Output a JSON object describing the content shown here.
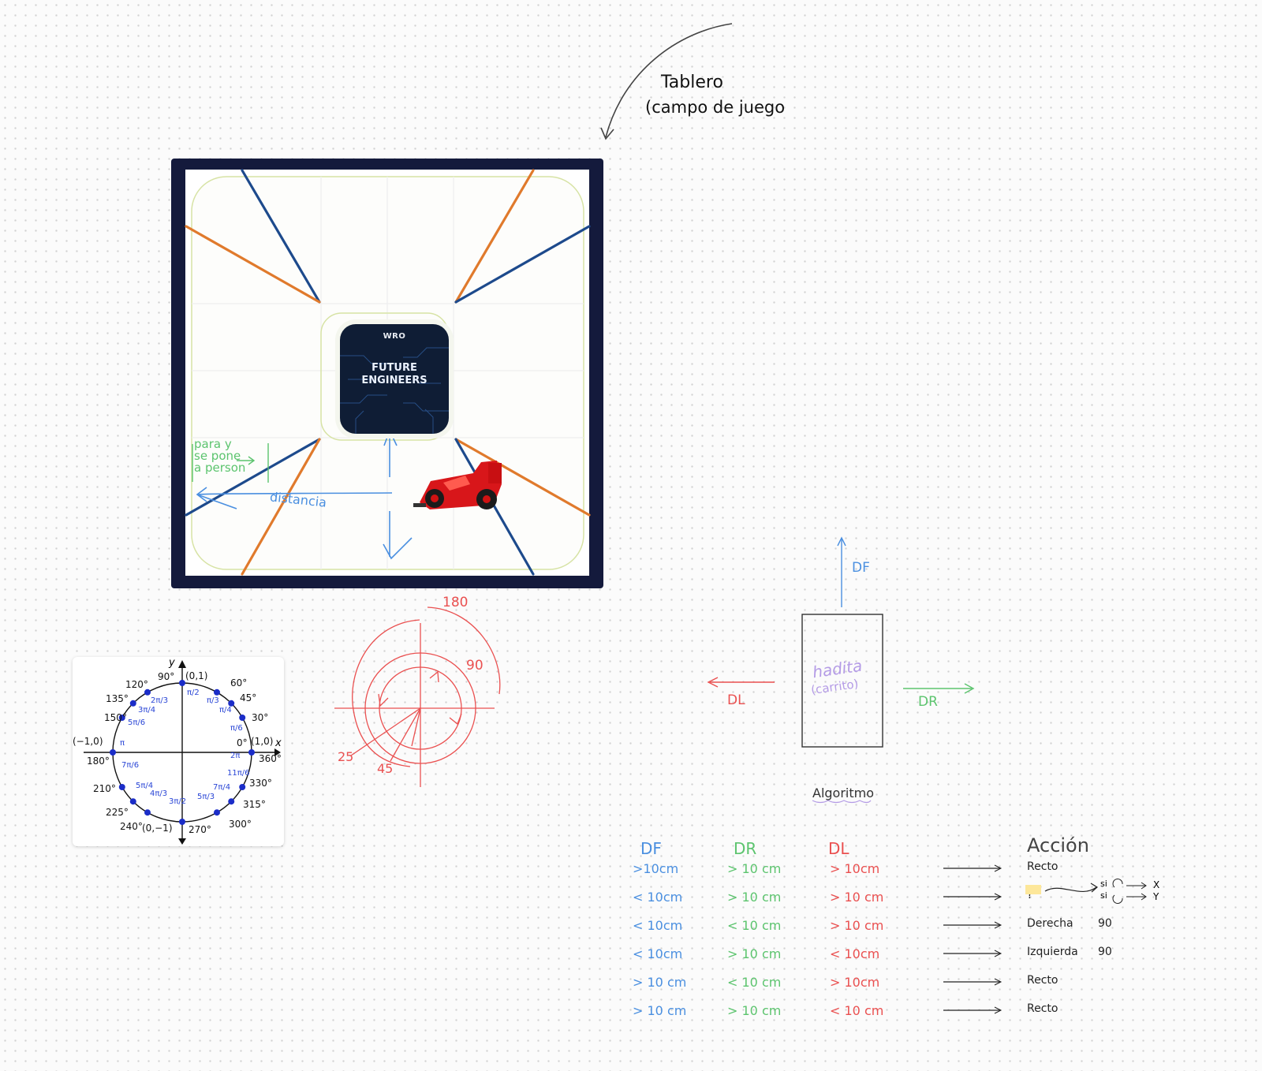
{
  "annotations": {
    "tablero_line1": "Tablero",
    "tablero_line2": "(campo de juego",
    "distance_label": "distancia",
    "green_note": [
      "para y",
      "se pone",
      "a person"
    ],
    "angle_180": "180",
    "angle_90": "90",
    "angle_25": "25",
    "angle_45": "45",
    "df_label": "DF",
    "dl_label": "DL",
    "dr_label": "DR",
    "car_box_line1": "hadita",
    "car_box_line2": "(carrito)",
    "algorithm_title": "Algoritmo"
  },
  "board": {
    "logo_top": "WRO",
    "logo_line1": "FUTURE",
    "logo_line2": "ENGINEERS",
    "colors": {
      "frame": "#141a3c",
      "blue_line": "#1d4a8c",
      "orange_line": "#e07a2c",
      "track_border": "#d7e3a5"
    }
  },
  "unit_circle": {
    "axis_x": "x",
    "axis_y": "y",
    "degrees": [
      "90°",
      "60°",
      "45°",
      "30°",
      "0°",
      "360°",
      "330°",
      "315°",
      "300°",
      "270°",
      "240°",
      "225°",
      "210°",
      "180°",
      "150°",
      "135°",
      "120°"
    ],
    "coords": [
      "(0,1)",
      "(1,0)",
      "(0,−1)",
      "(−1,0)"
    ],
    "radians": [
      "π/2",
      "π/3",
      "π/4",
      "π/6",
      "2π",
      "11π/6",
      "7π/4",
      "5π/3",
      "3π/2",
      "4π/3",
      "5π/4",
      "7π/6",
      "π",
      "5π/6",
      "3π/4",
      "2π/3"
    ]
  },
  "algorithm_table": {
    "headers": {
      "df": "DF",
      "dr": "DR",
      "dl": "DL",
      "action": "Acción"
    },
    "rows": [
      {
        "df": ">10cm",
        "dr": "> 10 cm",
        "dl": "> 10cm",
        "action": "Recto",
        "angle": ""
      },
      {
        "df": "< 10cm",
        "dr": "> 10 cm",
        "dl": "> 10 cm",
        "action": "?",
        "angle": ""
      },
      {
        "df": "< 10cm",
        "dr": "< 10 cm",
        "dl": "> 10 cm",
        "action": "Derecha",
        "angle": "90"
      },
      {
        "df": "< 10cm",
        "dr": "> 10 cm",
        "dl": "< 10cm",
        "action": "Izquierda",
        "angle": "90"
      },
      {
        "df": "> 10 cm",
        "dr": "< 10 cm",
        "dl": "> 10cm",
        "action": "Recto",
        "angle": ""
      },
      {
        "df": "> 10 cm",
        "dr": "> 10 cm",
        "dl": "< 10 cm",
        "action": "Recto",
        "angle": ""
      }
    ],
    "branch": {
      "si_1": "si",
      "si_2": "si",
      "out_x": "X",
      "out_y": "Y"
    }
  },
  "colors": {
    "blue_ink": "#4a8fe0",
    "green_ink": "#5cc46e",
    "red_ink": "#ea5050",
    "purple_ink": "#b49be6",
    "black_ink": "#222222"
  }
}
